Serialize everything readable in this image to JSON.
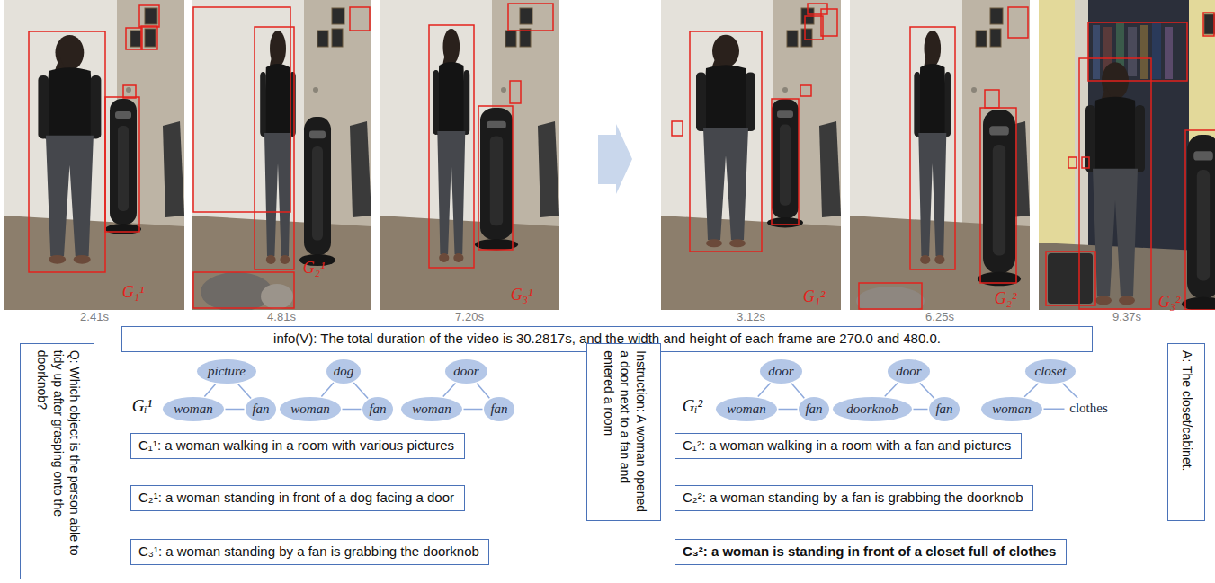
{
  "diagram": {
    "nodes": [
      {
        "text": [
          "info(V): The total duration of the video is 30.2817s, and the width and height of each frame are 270.0 and 480.0."
        ]
      },
      {
        "text": [
          "Q: Which object is the person able to tidy up after grasping onto the doorknob?"
        ]
      },
      {
        "text": [
          "picture"
        ]
      },
      {
        "text": [
          "woman"
        ]
      },
      {
        "text": [
          "fan"
        ]
      },
      {
        "text": [
          "dog"
        ]
      },
      {
        "text": [
          "woman"
        ]
      },
      {
        "text": [
          "fan"
        ]
      },
      {
        "text": [
          "door"
        ]
      },
      {
        "text": [
          "woman"
        ]
      },
      {
        "text": [
          "fan"
        ]
      },
      {
        "text": [
          "C₁¹: a woman walking in a room with various pictures"
        ]
      },
      {
        "text": [
          "C₂¹: a woman standing in front of a dog facing a door"
        ]
      },
      {
        "text": [
          "C₃¹: a woman standing by a fan is grabbing the doorknob"
        ]
      },
      {
        "text": [
          "Instruction: A woman opened a door next to a fan and entered a room"
        ]
      },
      {
        "text": [
          "door"
        ]
      },
      {
        "text": [
          "woman"
        ]
      },
      {
        "text": [
          "fan"
        ]
      },
      {
        "text": [
          "door"
        ]
      },
      {
        "text": [
          "doorknob"
        ]
      },
      {
        "text": [
          "fan"
        ]
      },
      {
        "text": [
          "closet"
        ]
      },
      {
        "text": [
          "woman"
        ]
      },
      {
        "text": [
          "clothes"
        ]
      },
      {
        "text": [
          "C₁²: a woman walking in a room with a fan and pictures"
        ]
      },
      {
        "text": [
          "C₂²: a woman standing by a fan is grabbing the doorknob"
        ]
      },
      {
        "text": [
          "C₃²: a woman is standing in front of a closet full of clothes"
        ]
      },
      {
        "text": [
          "A: The closet/cabinet."
        ]
      }
    ],
    "edges": [
      {
        "from": 2,
        "to": 3,
        "arrow": "none"
      },
      {
        "from": 2,
        "to": 4,
        "arrow": "none"
      },
      {
        "from": 3,
        "to": 4,
        "arrow": "none"
      },
      {
        "from": 5,
        "to": 6,
        "arrow": "none"
      },
      {
        "from": 5,
        "to": 7,
        "arrow": "none"
      },
      {
        "from": 6,
        "to": 7,
        "arrow": "none"
      },
      {
        "from": 8,
        "to": 9,
        "arrow": "none"
      },
      {
        "from": 8,
        "to": 10,
        "arrow": "none"
      },
      {
        "from": 9,
        "to": 10,
        "arrow": "none"
      },
      {
        "from": 15,
        "to": 16,
        "arrow": "none"
      },
      {
        "from": 15,
        "to": 17,
        "arrow": "none"
      },
      {
        "from": 16,
        "to": 17,
        "arrow": "none"
      },
      {
        "from": 18,
        "to": 19,
        "arrow": "none"
      },
      {
        "from": 18,
        "to": 20,
        "arrow": "none"
      },
      {
        "from": 19,
        "to": 20,
        "arrow": "none"
      },
      {
        "from": 21,
        "to": 22,
        "arrow": "none"
      },
      {
        "from": 21,
        "to": 23,
        "arrow": "none"
      },
      {
        "from": 22,
        "to": 23,
        "arrow": "none"
      }
    ],
    "labels": [
      "2.41s",
      "4.81s",
      "7.20s",
      "3.12s",
      "6.25s",
      "9.37s",
      "G₁¹",
      "G₂¹",
      "G₃¹",
      "G₁²",
      "G₂²",
      "G₃²",
      "Gᵢ¹",
      "Gᵢ²"
    ]
  }
}
